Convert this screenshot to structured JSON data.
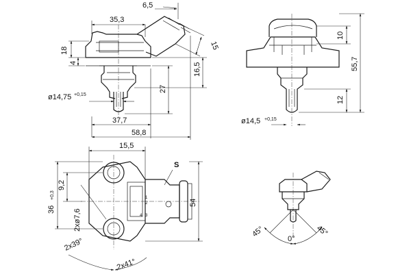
{
  "dimensions": {
    "d_6_5": "6,5",
    "d_35_3": "35,3",
    "d_15_angled": "15",
    "d_18": "18",
    "d_4": "4",
    "d_16_5": "16,5",
    "d_27": "27",
    "d_dia_left": "ø14,75",
    "tol_dia_left": "+0,15",
    "d_37_7": "37,7",
    "d_58_8": "58,8",
    "d_10": "10",
    "d_55_7": "55,7",
    "d_12": "12",
    "d_dia_right": "ø14,5",
    "tol_dia_right": "+0,15",
    "d_15_5": "15,5",
    "d_9_2": "9,2",
    "d_36": "36",
    "tol_36": "+0,3",
    "d_2x_dia_7_6": "2xø7,6",
    "d_54": "54",
    "d_2x39": "2x39°",
    "d_2x41": "2x41°",
    "ang_45_left": "45°",
    "ang_0": "0°",
    "ang_45_right": "45°"
  },
  "labels": {
    "s_label": "S",
    "pin_1": "1",
    "pin_2": "2",
    "pin_3": "3",
    "pin_4": "4"
  }
}
